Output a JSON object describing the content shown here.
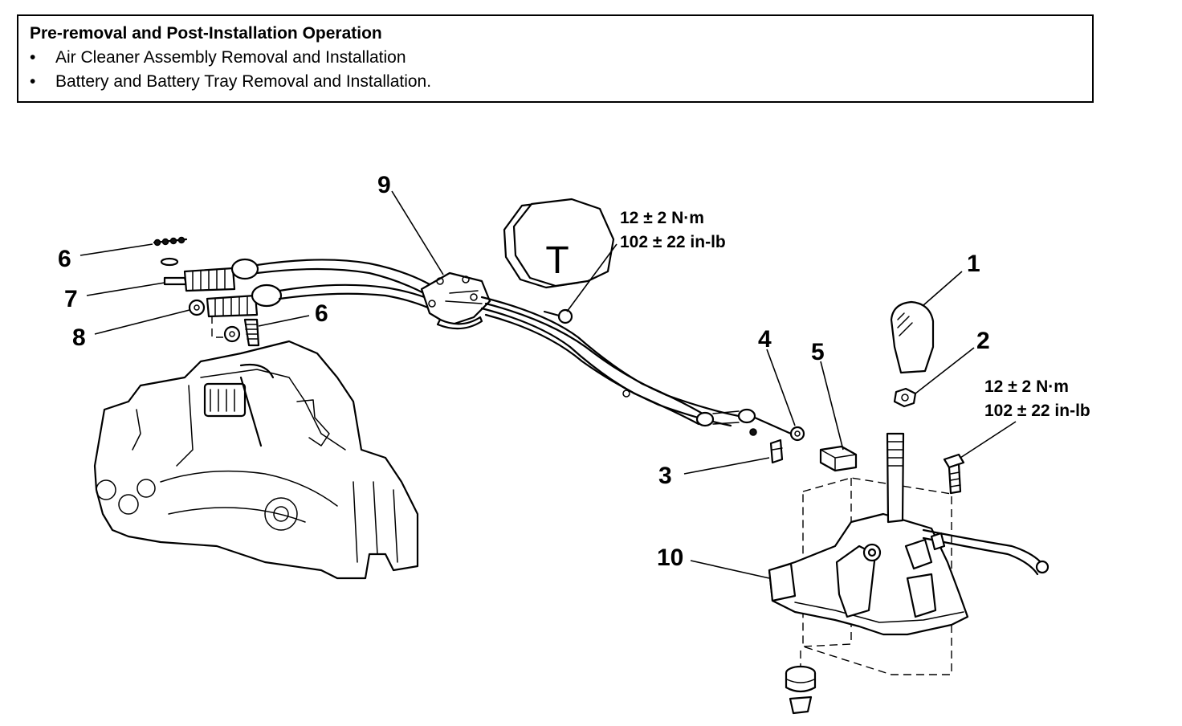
{
  "note": {
    "title": "Pre-removal and Post-Installation Operation",
    "items": [
      "Air Cleaner Assembly Removal and Installation",
      "Battery and Battery Tray Removal and Installation."
    ],
    "bullet": "•"
  },
  "callouts": {
    "c1": "1",
    "c2": "2",
    "c3": "3",
    "c4": "4",
    "c5": "5",
    "c6a": "6",
    "c6b": "6",
    "c7": "7",
    "c8": "8",
    "c9": "9",
    "c10": "10"
  },
  "torque_upper": {
    "metric": "12 ± 2 N·m",
    "imperial": "102 ± 22 in-lb"
  },
  "torque_right": {
    "metric": "12 ± 2 N·m",
    "imperial": "102 ± 22 in-lb"
  },
  "tool_symbol": "T"
}
